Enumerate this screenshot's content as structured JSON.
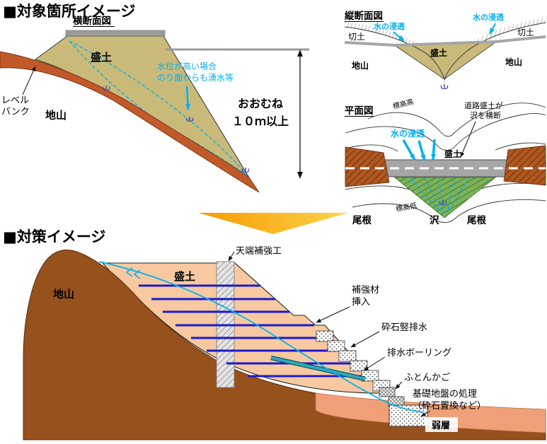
{
  "headings": {
    "target": "■対象箇所イメージ",
    "countermeasure": "■対策イメージ"
  },
  "cross_section": {
    "title": "横断面図",
    "fill_label": "盛土",
    "ground_label": "地山",
    "level_bank_line1": "レベル",
    "level_bank_line2": "バンク",
    "water_note_line1": "水位が高い場合",
    "water_note_line2": "のり面からも湧水等",
    "height_note_line1": "おおむね",
    "height_note_line2": "１０ｍ以上"
  },
  "longitudinal_section": {
    "title": "縦断面図",
    "cut_left_label": "切土",
    "cut_right_label": "切土",
    "infiltration_left_label": "水の浸透",
    "infiltration_right_label": "水の浸透",
    "fill_label": "盛土",
    "ground_left_label": "地山",
    "ground_right_label": "地山"
  },
  "plan_view": {
    "title": "平面図",
    "elevation_high_label": "標高高",
    "elevation_low_label": "標高低",
    "road_note_line1": "道路盛土が",
    "road_note_line2": "沢を横断",
    "infiltration_label": "水の浸透",
    "fill_label": "盛土",
    "ridge_left_label": "尾根",
    "valley_label": "沢",
    "ridge_right_label": "尾根"
  },
  "countermeasure_section": {
    "ground_label": "地山",
    "fill_label": "盛土",
    "crest_label": "天端補強工",
    "reinforcement_line1": "補強材",
    "reinforcement_line2": "挿入",
    "vertical_drain_label": "砕石竪排水",
    "boring_label": "排水ボーリング",
    "gabion_label": "ふとんかご",
    "foundation_line1": "基礎地盤の処理",
    "foundation_line2": "（砕石置換など）",
    "weak_layer_label": "弱層"
  },
  "colors": {
    "cyan_accent": "#00B0F0",
    "reinforcement_blue": "#1A1ACD",
    "embankment_khaki": "#C9BA79",
    "ground_terracotta": "#C2592A",
    "ground_brown": "#96511D",
    "fill_peach": "#F8C9A0",
    "weak_layer_salmon": "#F0A078",
    "arrow_gold": "#F59B00",
    "road_gray": "#A6A6A6",
    "valley_green": "#7CB25A"
  }
}
